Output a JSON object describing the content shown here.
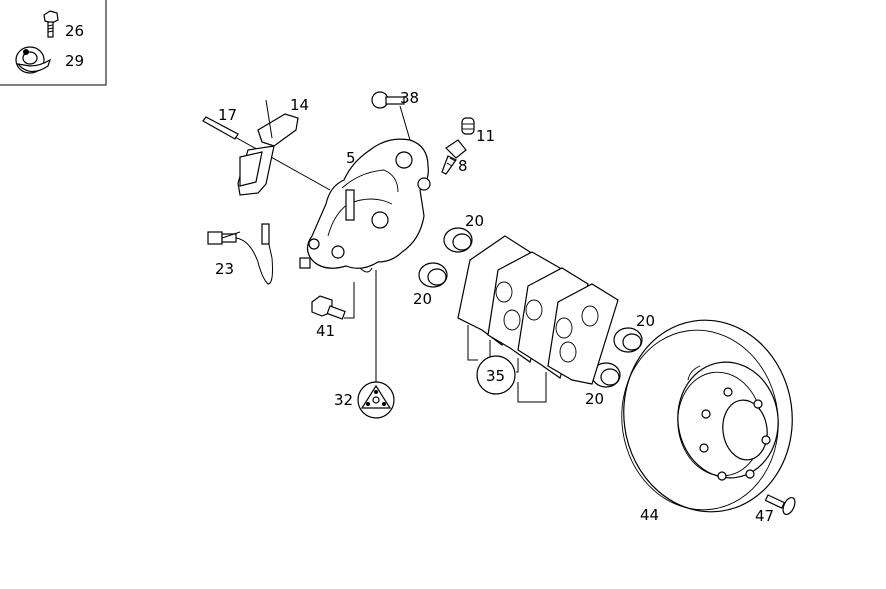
{
  "legend": {
    "items": [
      {
        "number": "26",
        "icon": "bolt-icon"
      },
      {
        "number": "29",
        "icon": "clip-icon"
      }
    ]
  },
  "callouts": {
    "c17": "17",
    "c14": "14",
    "c38": "38",
    "c11": "11",
    "c5": "5",
    "c8": "8",
    "c20a": "20",
    "c20b": "20",
    "c20c": "20",
    "c20d": "20",
    "c23": "23",
    "c41": "41",
    "c35": "35",
    "c32": "32",
    "c44": "44",
    "c47": "47"
  }
}
